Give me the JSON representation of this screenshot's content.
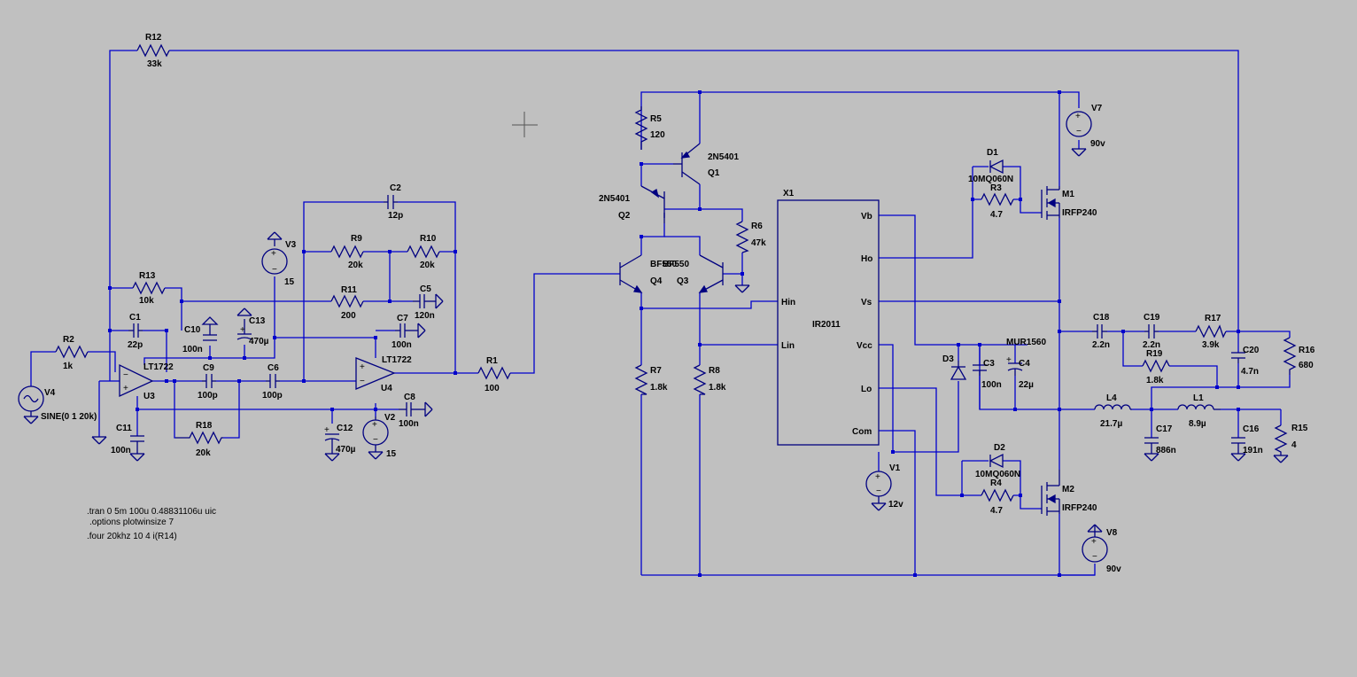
{
  "colors": {
    "background": "#c0c0c0",
    "wire": "#0000cc",
    "component": "#000080",
    "text": "#000000"
  },
  "components": {
    "R12": {
      "ref": "R12",
      "value": "33k"
    },
    "R13": {
      "ref": "R13",
      "value": "10k"
    },
    "R2": {
      "ref": "R2",
      "value": "1k"
    },
    "R11": {
      "ref": "R11",
      "value": "200"
    },
    "R9": {
      "ref": "R9",
      "value": "20k"
    },
    "R10": {
      "ref": "R10",
      "value": "20k"
    },
    "R18": {
      "ref": "R18",
      "value": "20k"
    },
    "R1": {
      "ref": "R1",
      "value": "100"
    },
    "R5": {
      "ref": "R5",
      "value": "120"
    },
    "R6": {
      "ref": "R6",
      "value": "47k"
    },
    "R7": {
      "ref": "R7",
      "value": "1.8k"
    },
    "R8": {
      "ref": "R8",
      "value": "1.8k"
    },
    "R3": {
      "ref": "R3",
      "value": "4.7"
    },
    "R4": {
      "ref": "R4",
      "value": "4.7"
    },
    "R17": {
      "ref": "R17",
      "value": "3.9k"
    },
    "R19": {
      "ref": "R19",
      "value": "1.8k"
    },
    "R16": {
      "ref": "R16",
      "value": "680"
    },
    "R15": {
      "ref": "R15",
      "value": "4"
    },
    "C1": {
      "ref": "C1",
      "value": "22p"
    },
    "C2": {
      "ref": "C2",
      "value": "12p"
    },
    "C5": {
      "ref": "C5",
      "value": "120n"
    },
    "C7": {
      "ref": "C7",
      "value": "100n"
    },
    "C9": {
      "ref": "C9",
      "value": "100p"
    },
    "C6": {
      "ref": "C6",
      "value": "100p"
    },
    "C10": {
      "ref": "C10",
      "value": "100n"
    },
    "C13": {
      "ref": "C13",
      "value": "470µ"
    },
    "C11": {
      "ref": "C11",
      "value": "100n"
    },
    "C12": {
      "ref": "C12",
      "value": "470µ"
    },
    "C8": {
      "ref": "C8",
      "value": "100n"
    },
    "C3": {
      "ref": "C3",
      "value": "100n"
    },
    "C4": {
      "ref": "C4",
      "value": "22µ"
    },
    "C18": {
      "ref": "C18",
      "value": "2.2n"
    },
    "C19": {
      "ref": "C19",
      "value": "2.2n"
    },
    "C20": {
      "ref": "C20",
      "value": "4.7n"
    },
    "C17": {
      "ref": "C17",
      "value": "886n"
    },
    "C16": {
      "ref": "C16",
      "value": "191n"
    },
    "L4": {
      "ref": "L4",
      "value": "21.7µ"
    },
    "L1": {
      "ref": "L1",
      "value": "8.9µ"
    },
    "V4": {
      "ref": "V4",
      "value": "SINE(0 1 20k)"
    },
    "V3": {
      "ref": "V3",
      "value": "15"
    },
    "V2": {
      "ref": "V2",
      "value": "15"
    },
    "V1": {
      "ref": "V1",
      "value": "12v"
    },
    "V7": {
      "ref": "V7",
      "value": "90v"
    },
    "V8": {
      "ref": "V8",
      "value": "90v"
    },
    "U3": {
      "ref": "U3",
      "value": "LT1722"
    },
    "U4": {
      "ref": "U4",
      "value": "LT1722"
    },
    "Q1": {
      "ref": "Q1",
      "value": "2N5401"
    },
    "Q2": {
      "ref": "Q2",
      "value": "2N5401"
    },
    "Q3": {
      "ref": "Q3",
      "value": "BF550"
    },
    "Q4": {
      "ref": "Q4",
      "value": "BF550"
    },
    "D1": {
      "ref": "D1",
      "value": "10MQ060N"
    },
    "D2": {
      "ref": "D2",
      "value": "10MQ060N"
    },
    "D3": {
      "ref": "D3",
      "value": "MUR1560"
    },
    "M1": {
      "ref": "M1",
      "value": "IRFP240"
    },
    "M2": {
      "ref": "M2",
      "value": "IRFP240"
    },
    "X1": {
      "ref": "X1",
      "value": "IR2011",
      "pins": {
        "vb": "Vb",
        "ho": "Ho",
        "vs": "Vs",
        "vcc": "Vcc",
        "lo": "Lo",
        "com": "Com",
        "hin": "Hin",
        "lin": "Lin"
      }
    }
  },
  "directives": [
    ".tran 0 5m 100u 0.48831106u uic",
    ".options plotwinsize 7",
    ".four 20khz 10 4 i(R14)"
  ]
}
